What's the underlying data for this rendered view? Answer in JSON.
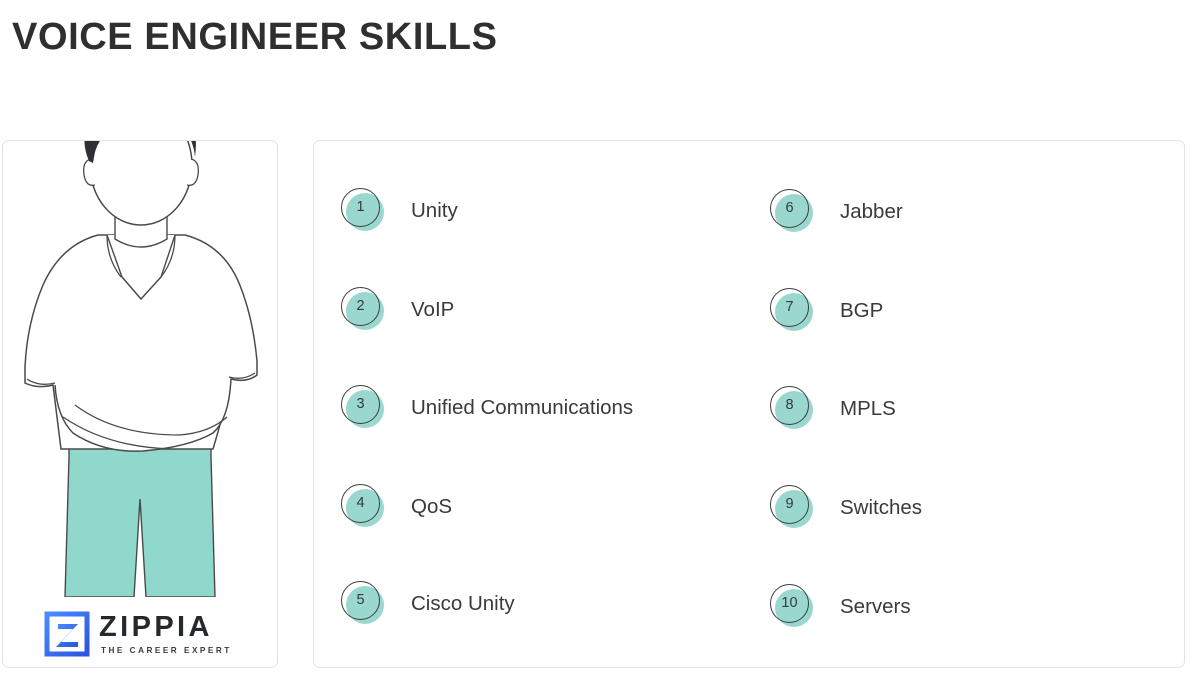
{
  "header": {
    "title": "VOICE ENGINEER SKILLS"
  },
  "illustration": {
    "alt_name": "voice-engineer-person-illustration",
    "hair_color": "#2e3033",
    "pants_color": "#8fd8cb",
    "outline_color": "#4a4a4a",
    "shirt_color": "#ffffff"
  },
  "brand": {
    "logo_icon": "zippia-z-logo-icon",
    "wordmark": "ZIPPIA",
    "tagline": "THE CAREER EXPERT",
    "logo_color": "#2f6df5"
  },
  "theme": {
    "badge_fill": "#9ad8cf",
    "badge_ring": "#3b3f42",
    "text_color": "#3a3a3a",
    "title_color": "#2f2f2f",
    "panel_border": "#e3e3e3",
    "background": "#ffffff"
  },
  "skills": {
    "left_column": [
      {
        "number": "1",
        "label": "Unity"
      },
      {
        "number": "2",
        "label": "VoIP"
      },
      {
        "number": "3",
        "label": "Unified Communications"
      },
      {
        "number": "4",
        "label": "QoS"
      },
      {
        "number": "5",
        "label": "Cisco Unity"
      }
    ],
    "right_column": [
      {
        "number": "6",
        "label": "Jabber"
      },
      {
        "number": "7",
        "label": "BGP"
      },
      {
        "number": "8",
        "label": "MPLS"
      },
      {
        "number": "9",
        "label": "Switches"
      },
      {
        "number": "10",
        "label": "Servers"
      }
    ]
  }
}
